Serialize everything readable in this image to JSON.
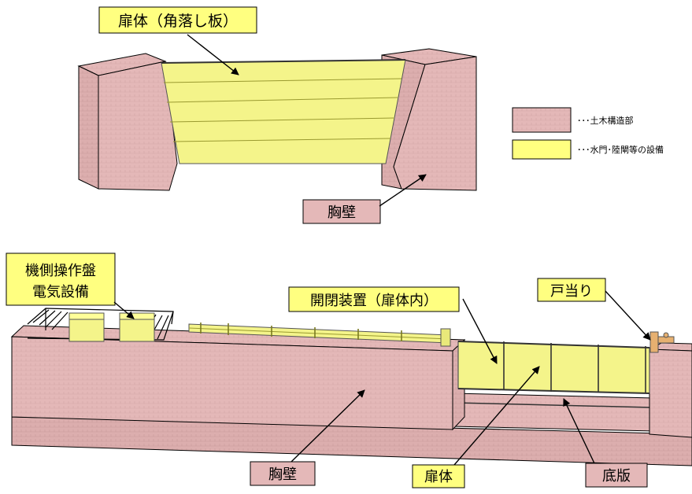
{
  "labels": {
    "top_leaf": "扉体（角落し板）",
    "top_wall": "胸壁",
    "machine_line1": "機側操作盤",
    "machine_line2": "電気設備",
    "opening_device": "開閉装置（扉体内）",
    "door_stop": "戸当り",
    "bottom_wall": "胸壁",
    "bottom_leaf": "扉体",
    "base_slab": "底版"
  },
  "legend": [
    {
      "text": "･･･土木構造部",
      "color": "#e4b8b8"
    },
    {
      "text": "･･･水門･陸閘等の設備",
      "color": "#ffff80"
    }
  ],
  "colors": {
    "civil": "#e4b8b8",
    "civil_dark": "#d7a4a4",
    "civil_light": "#edcaca",
    "gate": "#f4f48a",
    "gate_line": "#9a9a30",
    "label_box": "#ffff80",
    "label_box_pink": "#e4b8b8"
  }
}
